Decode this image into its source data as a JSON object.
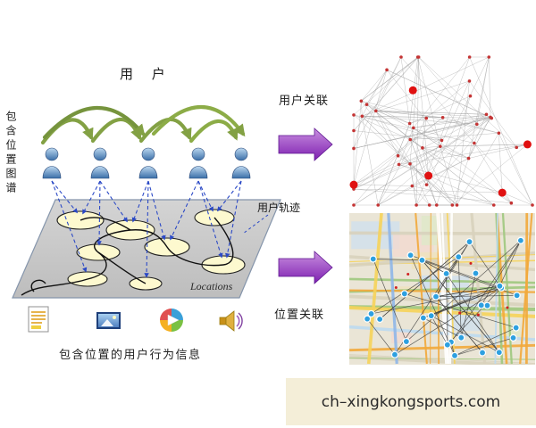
{
  "labels": {
    "users": "用 户",
    "location_graph_vertical": "包含位置图谱",
    "user_association": "用户关联",
    "user_trajectory": "用户轨迹",
    "location_association": "位置关联",
    "locations": "Locations",
    "behavior_caption": "包含位置的用户行为信息",
    "watermark": "ch–xingkongsports.com"
  },
  "icons": {
    "user": "person-icon",
    "document": "document-icon",
    "image": "image-icon",
    "media_player": "media-player-icon",
    "speaker": "speaker-icon"
  },
  "colors": {
    "arc_green": "#7d9c3a",
    "arrow_purple": "#9a3fc8",
    "dashed_blue": "#2b49c6",
    "plane_gray": "#c7c7c7",
    "ellipse_yellow": "#fdf9cf",
    "network_node_red": "#e01010",
    "map_node_blue": "#2da0e0",
    "banner_bg": "#f4eed8"
  }
}
